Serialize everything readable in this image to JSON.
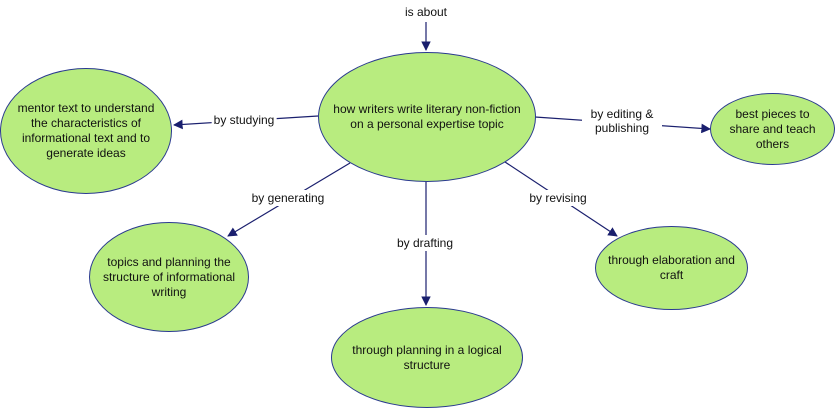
{
  "nodes": {
    "root_prompt": "is about",
    "center": "how writers write literary non-fiction on a personal expertise topic",
    "mentor_text": "mentor text to understand the characteristics of informational text and to generate ideas",
    "best_pieces": "best pieces to share and teach others",
    "topics": "topics and planning the structure of informational writing",
    "planning": "through planning in a logical structure",
    "elaboration": "through elaboration and craft"
  },
  "links": {
    "studying": "by studying",
    "editing": "by editing & publishing",
    "generating": "by generating",
    "drafting": "by drafting",
    "revising": "by revising"
  },
  "colors": {
    "node_fill": "#b8ec7f",
    "edge": "#1a1f6e"
  }
}
